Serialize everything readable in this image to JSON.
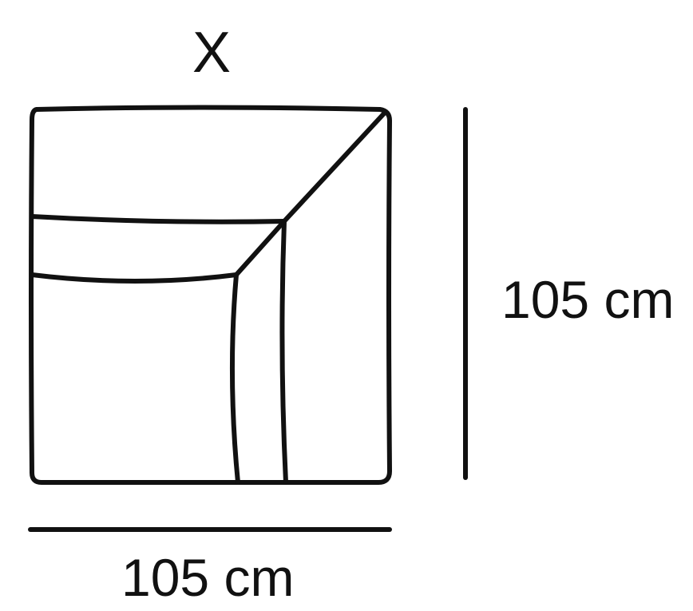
{
  "module": {
    "label": "X"
  },
  "dimensions": {
    "width": {
      "value": 105,
      "unit": "cm",
      "label": "105 cm"
    },
    "depth": {
      "value": 105,
      "unit": "cm",
      "label": "105 cm"
    }
  },
  "colors": {
    "stroke": "#111111",
    "background": "#ffffff"
  }
}
